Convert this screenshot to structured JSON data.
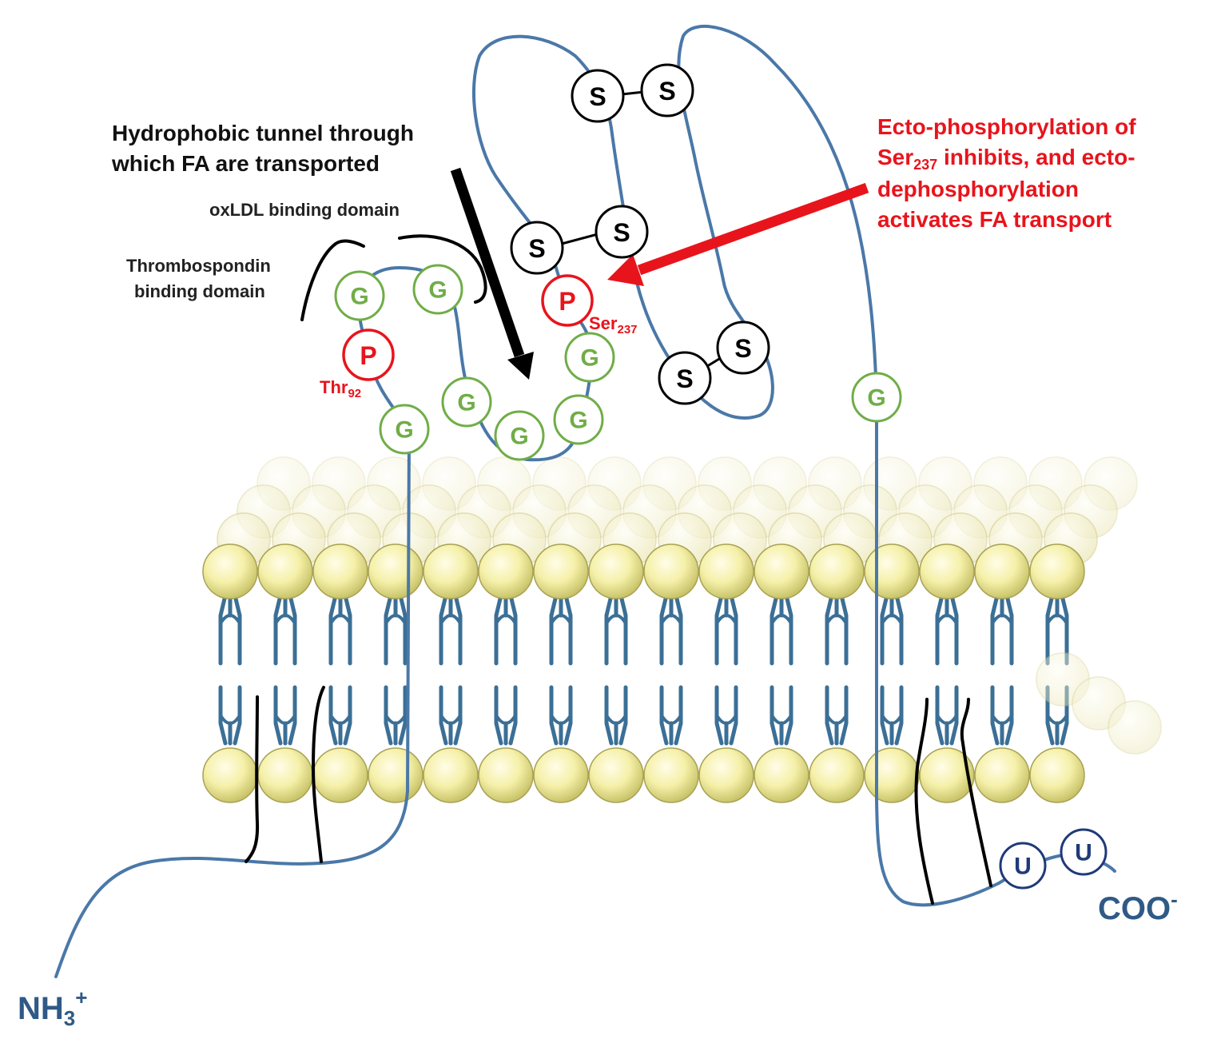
{
  "labels": {
    "tunnel_line1": "Hydrophobic tunnel through",
    "tunnel_line2": "which FA are transported",
    "oxldl": "oxLDL binding domain",
    "thrombo_line1": "Thrombospondin",
    "thrombo_line2": "binding domain",
    "ecto_line1": "Ecto-phosphorylation of",
    "ecto_line2_pre": "Ser",
    "ecto_line2_sub": "237",
    "ecto_line2_post": " inhibits, and ecto-",
    "ecto_line3": "dephosphorylation",
    "ecto_line4": "activates FA transport",
    "ser_main": "Ser",
    "ser_sub": "237",
    "thr_main": "Thr",
    "thr_sub": "92",
    "nh3_main": "NH",
    "nh3_sub": "3",
    "nh3_sup": "+",
    "coo_main": "COO",
    "coo_sup": "-"
  },
  "residues": {
    "glyco": "G",
    "phospho": "P",
    "disulfide": "S",
    "ubiquitin": "U"
  },
  "colors": {
    "protein_backbone": "#4a78a8",
    "glycosylation": "#70ad47",
    "phosphorylation": "#e8141c",
    "disulfide": "#000000",
    "ubiquitin": "#1f3a78",
    "lipid_head": "#f2eea0",
    "lipid_tail": "#3b6f96",
    "annotation_red": "#e8141c"
  }
}
